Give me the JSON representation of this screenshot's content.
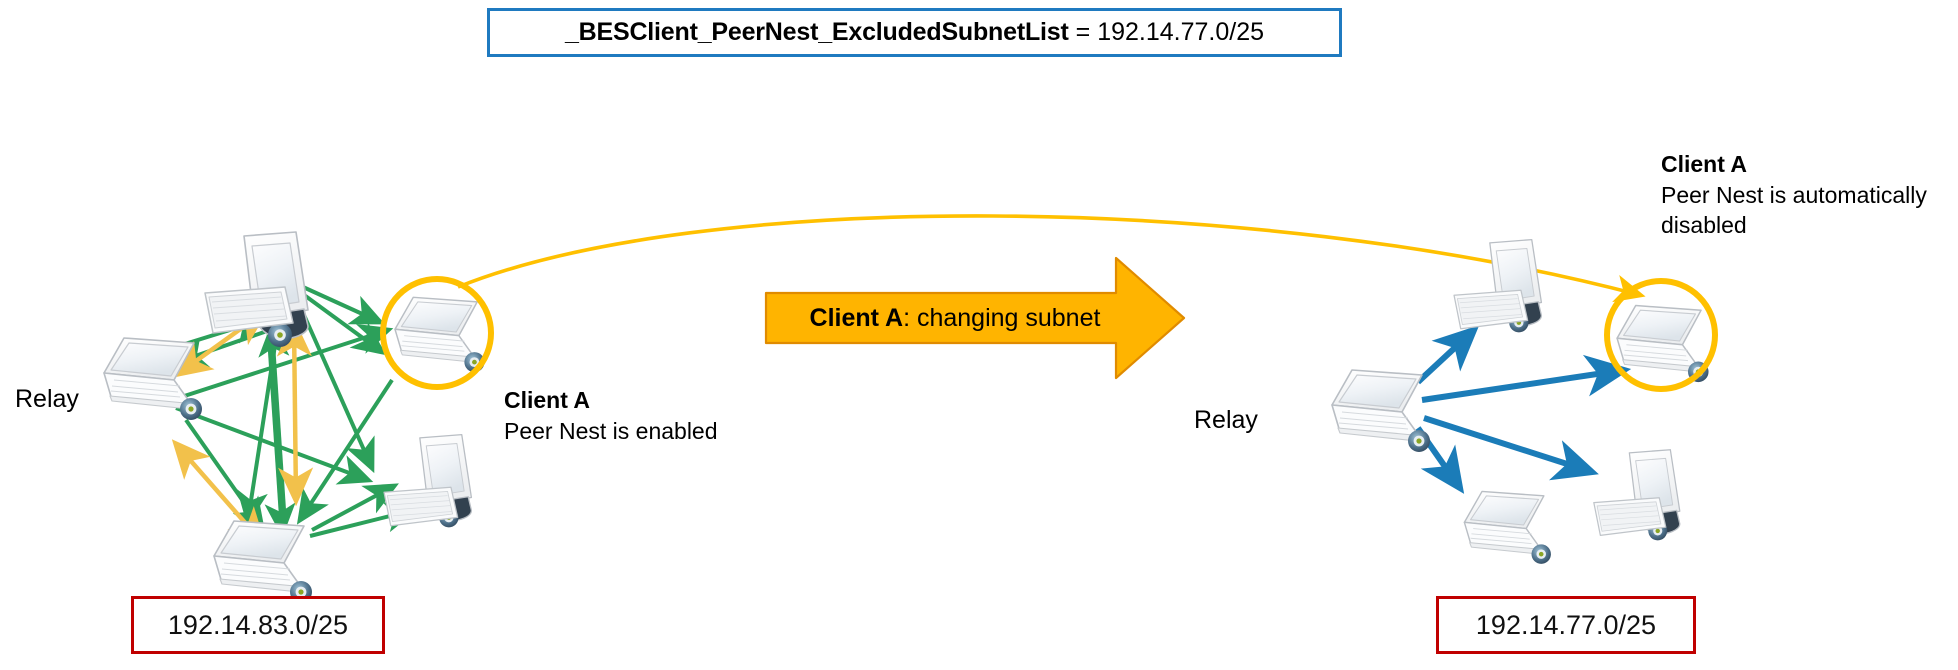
{
  "header": {
    "variable": "_BESClient_PeerNest_ExcludedSubnetList",
    "equals": "=",
    "value": "192.14.77.0/25"
  },
  "left_cluster": {
    "relay_label": "Relay",
    "subnet": "192.14.83.0/25",
    "client": {
      "title": "Client A",
      "status": "Peer Nest is enabled"
    }
  },
  "right_cluster": {
    "relay_label": "Relay",
    "subnet": "192.14.77.0/25",
    "client": {
      "title": "Client A",
      "status_line1": "Peer Nest is automatically",
      "status_line2": "disabled"
    }
  },
  "transition_banner": {
    "bold_label": "Client A",
    "rest_label": ": changing subnet"
  },
  "colors": {
    "formula_border": "#1F7AC0",
    "subnet_border": "#C00000",
    "banner_fill": "#FFB400",
    "banner_stroke": "#E08B00",
    "peer_arrow_green": "#2CA05A",
    "peer_arrow_yellow": "#F2C14B",
    "relay_arrow_blue": "#1B7CB8",
    "highlight_circle": "#FFC000",
    "move_curve": "#FFC000"
  },
  "icons": {
    "laptop": "laptop-icon",
    "desktop": "desktop-monitor-icon",
    "keyboard": "keyboard-icon",
    "badge": "status-badge-icon"
  }
}
